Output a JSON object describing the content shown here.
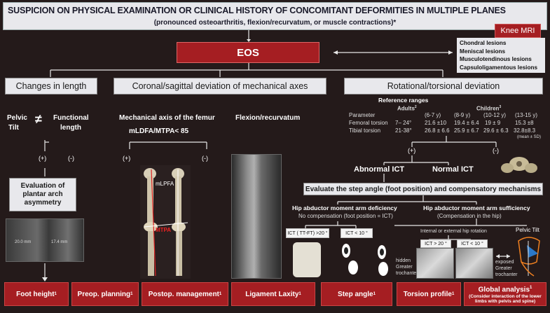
{
  "banner": {
    "title": "SUSPICION ON PHYSICAL EXAMINATION OR CLINICAL HISTORY OF CONCOMITANT DEFORMITIES IN MULTIPLE PLANES",
    "subtitle": "(pronounced osteoarthritis, flexion/recurvatum, or muscle contractions)*"
  },
  "knee_mri": "Knee MRI",
  "eos": "EOS",
  "mri_findings": [
    "Chondral lesions",
    "Meniscal lesions",
    "Musculotendinous lesions",
    "Capsuloligamentous lesions"
  ],
  "categories": {
    "length": "Changes in length",
    "coronal": "Coronal/sagittal deviation of mechanical axes",
    "rotational": "Rotational/torsional deviation"
  },
  "length_branch": {
    "pelvic": "Pelvic",
    "tilt": "Tilt",
    "neq": "≠",
    "functional": "Functional",
    "length_word": "length",
    "plus": "(+)",
    "minus": "(-)",
    "plantar": "Evaluation of plantar arch asymmetry",
    "img_label_a": "20.0 mm",
    "img_label_b": "17.4 mm"
  },
  "axis_branch": {
    "title": "Mechanical axis of the femur",
    "criteria": "mLDFA/MTPA< 85",
    "plus": "(+)",
    "minus": "(-)",
    "mlpfa": "mLPFA",
    "mtpa": "MTPA"
  },
  "flexion": {
    "title": "Flexion/recurvatum"
  },
  "torsion": {
    "reference_title": "Reference ranges",
    "adults": "Adults",
    "adults_sup": "2",
    "children": "Children",
    "children_sup": "3",
    "row_label_header": "Parameter",
    "age_groups": [
      "(6-7 y)",
      "(8-9 y)",
      "(10-12 y)",
      "(13-15 y)"
    ],
    "rows": [
      {
        "label": "Femoral torsion",
        "adult": "7– 24°",
        "values": [
          "21.6 ±10",
          "19.4 ± 6.4",
          "19 ± 9",
          "15.3 ±8"
        ]
      },
      {
        "label": "Tibial torsion",
        "adult": "21-38°",
        "values": [
          "26.8 ± 6.6",
          "25.9 ± 6.7",
          "29.6 ± 6.3",
          "32.8±8.3"
        ]
      }
    ],
    "mean_note": "(mean ± SD)",
    "plus": "(+)",
    "minus": "(-)",
    "abnormal": "Abnormal ICT",
    "normal": "Normal ICT",
    "step_angle": "Evaluate the step angle (foot position) and compensatory mechanisms",
    "deficiency": "Hip abductor moment arm deficiency",
    "deficiency_sub": "No compensation (foot position = ICT)",
    "sufficiency": "Hip abductor moment arm sufficiency",
    "sufficiency_sub": "(Compensation in the hip)",
    "ict_tt_ft": "ICT ( TT-FT) >20 °",
    "ict_lt10_a": "ICT < 10 °",
    "rotation": "Internal or external hip rotation",
    "ict_gt20": "ICT > 20 °",
    "ict_lt10_b": "ICT < 10 °",
    "hidden": "hidden",
    "greater": "Greater",
    "trochanter": "trochanter",
    "exposed": "exposed",
    "pelvic_tilt": "Pelvic Tilt"
  },
  "bottom": [
    {
      "label": "Foot height",
      "sup": "1"
    },
    {
      "label": "Preop. planning",
      "sup": "1"
    },
    {
      "label": "Postop. management",
      "sup": "1"
    },
    {
      "label": "Ligament Laxity",
      "sup": "1"
    },
    {
      "label": "Step angle",
      "sup": "1"
    },
    {
      "label": "Torsion profile",
      "sup": "1"
    },
    {
      "label": "Global analysis",
      "sup": "1",
      "note": "(Consider interaction of the lower limbs with pelvis and spine)"
    }
  ],
  "colors": {
    "dark_red": "#a51e22",
    "background": "#241a1a",
    "light_box": "#e8e8ec"
  }
}
